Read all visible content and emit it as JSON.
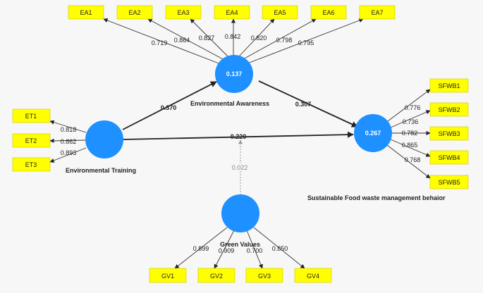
{
  "constructs": {
    "ea": {
      "name": "Environmental Awareness",
      "r2": "0.137"
    },
    "et": {
      "name": "Environmental Training",
      "r2": ""
    },
    "sfwb": {
      "name": "Sustainable Food waste management behaior",
      "r2": "0.267"
    },
    "gv": {
      "name": "Green Values",
      "r2": ""
    }
  },
  "indicators": {
    "ea": [
      "EA1",
      "EA2",
      "EA3",
      "EA4",
      "EA5",
      "EA6",
      "EA7"
    ],
    "et": [
      "ET1",
      "ET2",
      "ET3"
    ],
    "sfwb": [
      "SFWB1",
      "SFWB2",
      "SFWB3",
      "SFWB4",
      "SFWB5"
    ],
    "gv": [
      "GV1",
      "GV2",
      "GV3",
      "GV4"
    ]
  },
  "loadings": {
    "ea": [
      "0.719",
      "0.864",
      "0.827",
      "0.842",
      "0.820",
      "0.798",
      "0.795"
    ],
    "et": [
      "0.818",
      "0.862",
      "0.893"
    ],
    "sfwb": [
      "0.776",
      "0.736",
      "0.782",
      "0.865",
      "0.768"
    ],
    "gv": [
      "0.899",
      "0.909",
      "0.700",
      "0.850"
    ]
  },
  "paths": {
    "et_ea": "0.370",
    "ea_sfwb": "0.307",
    "et_sfwb": "0.220",
    "gv_moderation": "0.022"
  },
  "colors": {
    "construct": "#1e90ff",
    "indicator": "#ffff00",
    "arrow": "#222222"
  }
}
